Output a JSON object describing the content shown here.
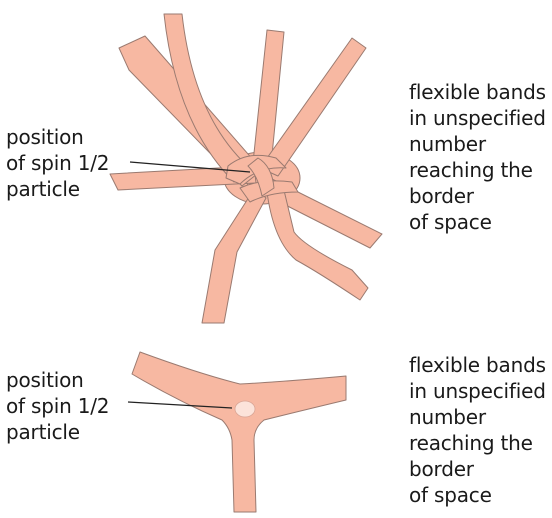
{
  "colors": {
    "band_fill": "#f7b8a2",
    "band_stroke": "#9a7a70",
    "particle_fill": "#fce3da",
    "label_text": "#1a1a1a",
    "leader_line": "#222222"
  },
  "top_figure": {
    "left_label": [
      "position",
      "of spin 1/2",
      "particle"
    ],
    "right_label": [
      "flexible bands",
      "in unspecified",
      "number",
      "reaching the",
      "border",
      "of space"
    ]
  },
  "bottom_figure": {
    "left_label": [
      "position",
      "of spin 1/2",
      "particle"
    ],
    "right_label": [
      "flexible bands",
      "in unspecified",
      "number",
      "reaching the",
      "border",
      "of space"
    ]
  }
}
